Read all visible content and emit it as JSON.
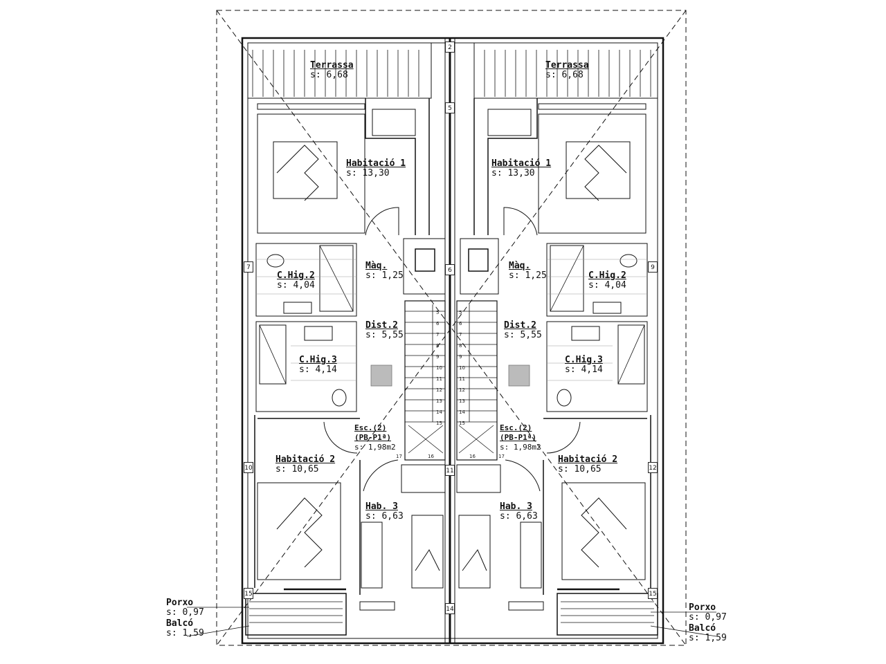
{
  "units": {
    "left": {
      "terrassa": {
        "name": "Terrassa",
        "area": "s:  6,68"
      },
      "hab1": {
        "name": "Habitació  1",
        "area": "s:  13,30"
      },
      "maq": {
        "name": "Màq.",
        "area": "s:  1,25"
      },
      "chig2": {
        "name": "C.Hig.2",
        "area": "s:  4,04"
      },
      "dist2": {
        "name": "Dist.2",
        "area": "s:  5,55"
      },
      "chig3": {
        "name": "C.Hig.3",
        "area": "s:  4,14"
      },
      "esc": {
        "name": "Esc.(2)",
        "name2": "(PB-P1ª)",
        "area": "s:  1,98m2"
      },
      "hab2": {
        "name": "Habitació  2",
        "area": "s:  10,65"
      },
      "hab3": {
        "name": "Hab.  3",
        "area": "s:  6,63"
      }
    },
    "right": {
      "terrassa": {
        "name": "Terrassa",
        "area": "s:  6,68"
      },
      "hab1": {
        "name": "Habitació  1",
        "area": "s:  13,30"
      },
      "maq": {
        "name": "Màq.",
        "area": "s:  1,25"
      },
      "chig2": {
        "name": "C.Hig.2",
        "area": "s:  4,04"
      },
      "dist2": {
        "name": "Dist.2",
        "area": "s:  5,55"
      },
      "chig3": {
        "name": "C.Hig.3",
        "area": "s:  4,14"
      },
      "esc": {
        "name": "Esc.(2)",
        "name2": "(PB-P1ª)",
        "area": "s:  1,98m2"
      },
      "hab2": {
        "name": "Habitació  2",
        "area": "s:  10,65"
      },
      "hab3": {
        "name": "Hab.  3",
        "area": "s:  6,63"
      }
    }
  },
  "exterior": {
    "left": {
      "porxo": "Porxo",
      "porxo_area": "s:  0,97",
      "balco": "Balcó",
      "balco_area": "s:  1,59"
    },
    "right": {
      "porxo": "Porxo",
      "porxo_area": "s:  0,97",
      "balco": "Balcó",
      "balco_area": "s:  1,59"
    }
  },
  "markers": {
    "m2": "2",
    "m5": "5",
    "m6": "6",
    "m7": "7",
    "m9": "9",
    "m10": "10",
    "m11": "11",
    "m12": "12",
    "m14": "14",
    "m15l": "15",
    "m15r": "15"
  },
  "stairs": {
    "left": [
      "5",
      "6",
      "7",
      "8",
      "9",
      "10",
      "11",
      "12",
      "13",
      "14",
      "15"
    ],
    "right": [
      "5",
      "6",
      "7",
      "8",
      "9",
      "10",
      "11",
      "12",
      "13",
      "14",
      "15"
    ],
    "left_bottom": [
      "17",
      "16"
    ],
    "right_bottom": [
      "16",
      "17"
    ]
  }
}
